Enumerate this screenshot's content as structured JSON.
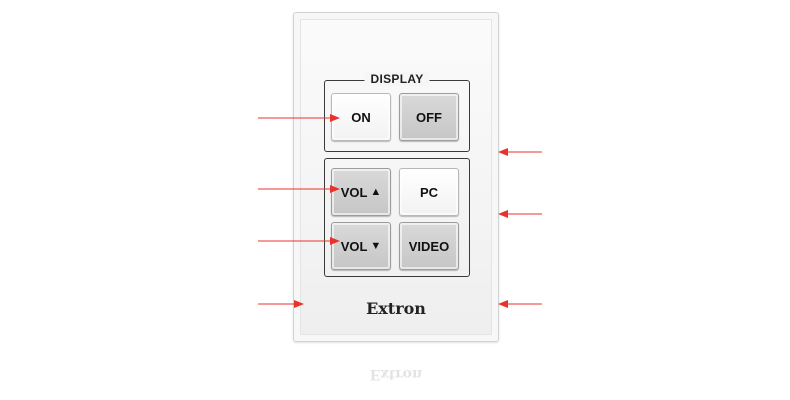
{
  "colors": {
    "arrow": "#e8332c",
    "plate": "#f4f4f4",
    "key_gray": "#cfcfcf",
    "key_white": "#ffffff"
  },
  "panel": {
    "group_label": "DISPLAY",
    "buttons": {
      "on": "ON",
      "off": "OFF",
      "vol_up": "VOL",
      "pc": "PC",
      "vol_down": "VOL",
      "video": "VIDEO"
    },
    "icons": {
      "vol_up": "triangle-up-icon",
      "vol_down": "triangle-down-icon"
    },
    "brand": "Extron"
  },
  "callout_arrows": [
    {
      "side": "left",
      "target": "on-button"
    },
    {
      "side": "left",
      "target": "vol-up-button"
    },
    {
      "side": "left",
      "target": "vol-down-button"
    },
    {
      "side": "left",
      "target": "faceplate"
    },
    {
      "side": "right",
      "target": "faceplate"
    },
    {
      "side": "right",
      "target": "faceplate"
    },
    {
      "side": "right",
      "target": "faceplate"
    }
  ]
}
